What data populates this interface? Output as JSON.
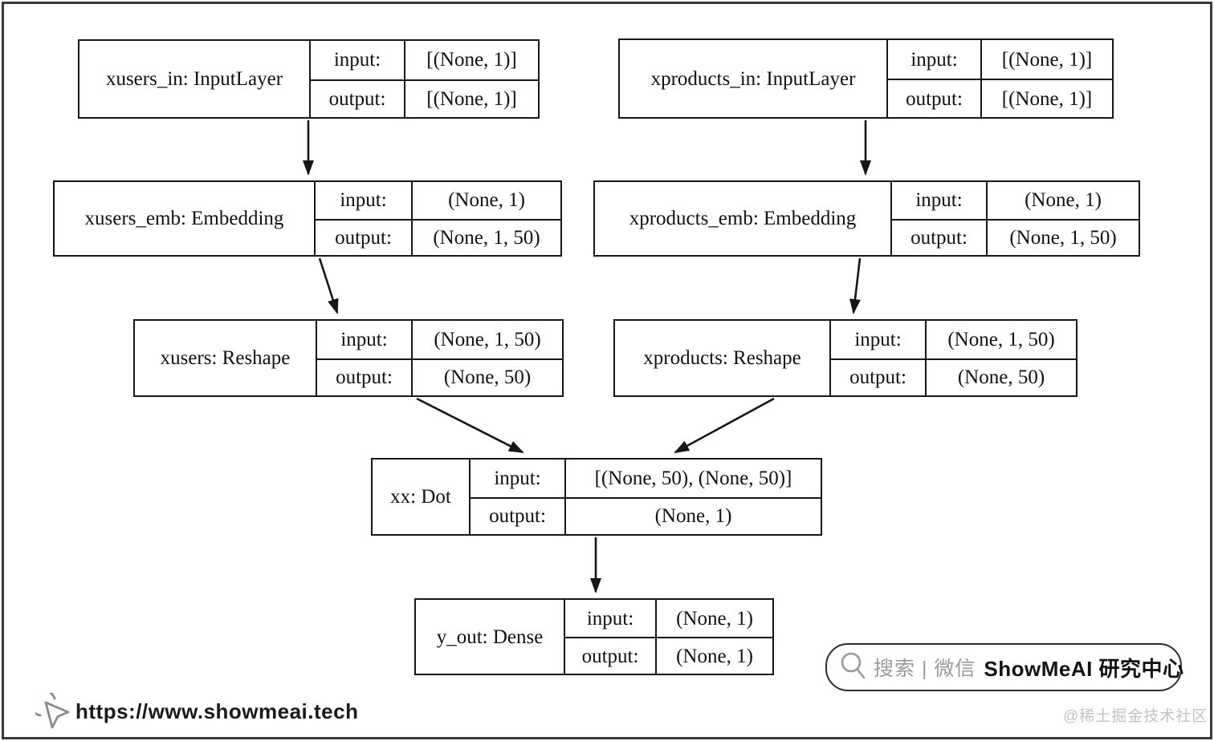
{
  "diagram": {
    "io_labels": {
      "input": "input:",
      "output": "output:"
    },
    "nodes": {
      "xusers_in": {
        "label": "xusers_in: InputLayer",
        "input": "[(None, 1)]",
        "output": "[(None, 1)]"
      },
      "xproducts_in": {
        "label": "xproducts_in: InputLayer",
        "input": "[(None, 1)]",
        "output": "[(None, 1)]"
      },
      "xusers_emb": {
        "label": "xusers_emb: Embedding",
        "input": "(None, 1)",
        "output": "(None, 1, 50)"
      },
      "xproducts_emb": {
        "label": "xproducts_emb: Embedding",
        "input": "(None, 1)",
        "output": "(None, 1, 50)"
      },
      "xusers": {
        "label": "xusers: Reshape",
        "input": "(None, 1, 50)",
        "output": "(None, 50)"
      },
      "xproducts": {
        "label": "xproducts: Reshape",
        "input": "(None, 1, 50)",
        "output": "(None, 50)"
      },
      "xx": {
        "label": "xx: Dot",
        "input": "[(None, 50), (None, 50)]",
        "output": "(None, 1)"
      },
      "y_out": {
        "label": "y_out: Dense",
        "input": "(None, 1)",
        "output": "(None, 1)"
      }
    },
    "edges": [
      {
        "from": "xusers_in",
        "to": "xusers_emb"
      },
      {
        "from": "xproducts_in",
        "to": "xproducts_emb"
      },
      {
        "from": "xusers_emb",
        "to": "xusers"
      },
      {
        "from": "xproducts_emb",
        "to": "xproducts"
      },
      {
        "from": "xusers",
        "to": "xx"
      },
      {
        "from": "xproducts",
        "to": "xx"
      },
      {
        "from": "xx",
        "to": "y_out"
      }
    ],
    "line_color": "#161616"
  },
  "watermark": {
    "search_text": "搜索 | 微信",
    "brand": "ShowMeAI 研究中心"
  },
  "footer": {
    "url": "https://www.showmeai.tech",
    "community": "@稀土掘金技术社区"
  },
  "colors": {
    "background": "#ffffff",
    "line": "#161616",
    "watermark_gray": "#9a9a9a",
    "community_gray": "#c2c2c2"
  }
}
